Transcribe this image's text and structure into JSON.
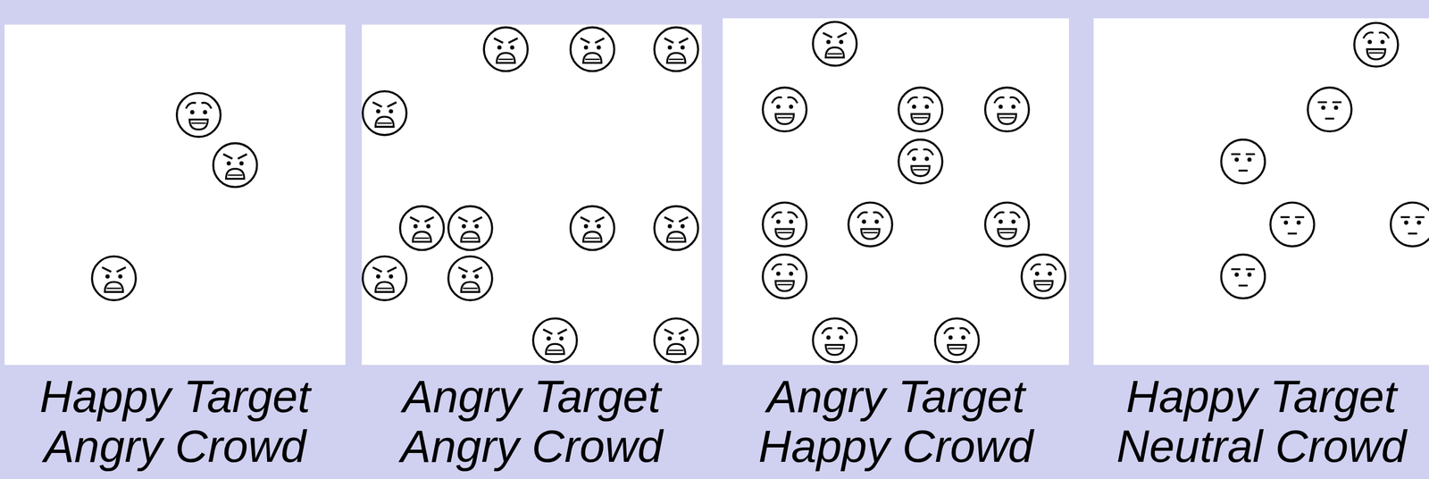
{
  "diagram": {
    "nodes": [
      {
        "text": [
          "Happy Target Angry Crowd"
        ]
      },
      {
        "text": [
          "Angry Target Angry Crowd"
        ]
      },
      {
        "text": [
          "Angry Target Happy Crowd"
        ]
      },
      {
        "text": [
          "Happy Target Neutral Crowd"
        ]
      }
    ]
  }
}
